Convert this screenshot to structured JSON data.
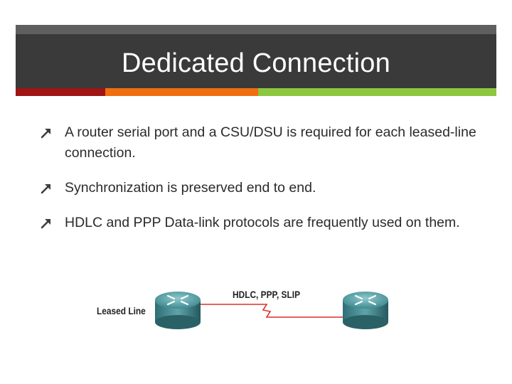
{
  "slide": {
    "title": "Dedicated Connection"
  },
  "theme": {
    "accent_red": "#a01414",
    "accent_orange": "#f06d10",
    "accent_green": "#8dc63f",
    "bullet_icon": "up-right-arrow-icon"
  },
  "bullets": [
    {
      "text": " A router serial port and a CSU/DSU is required for each leased-line connection."
    },
    {
      "text": "Synchronization is preserved end to end."
    },
    {
      "text": "HDLC and PPP Data-link protocols are frequently used on them."
    }
  ],
  "diagram": {
    "leased_line_label": "Leased Line",
    "protocol_label": "HDLC, PPP, SLIP",
    "link_color": "#d9302a",
    "router_icon": "router-icon"
  }
}
